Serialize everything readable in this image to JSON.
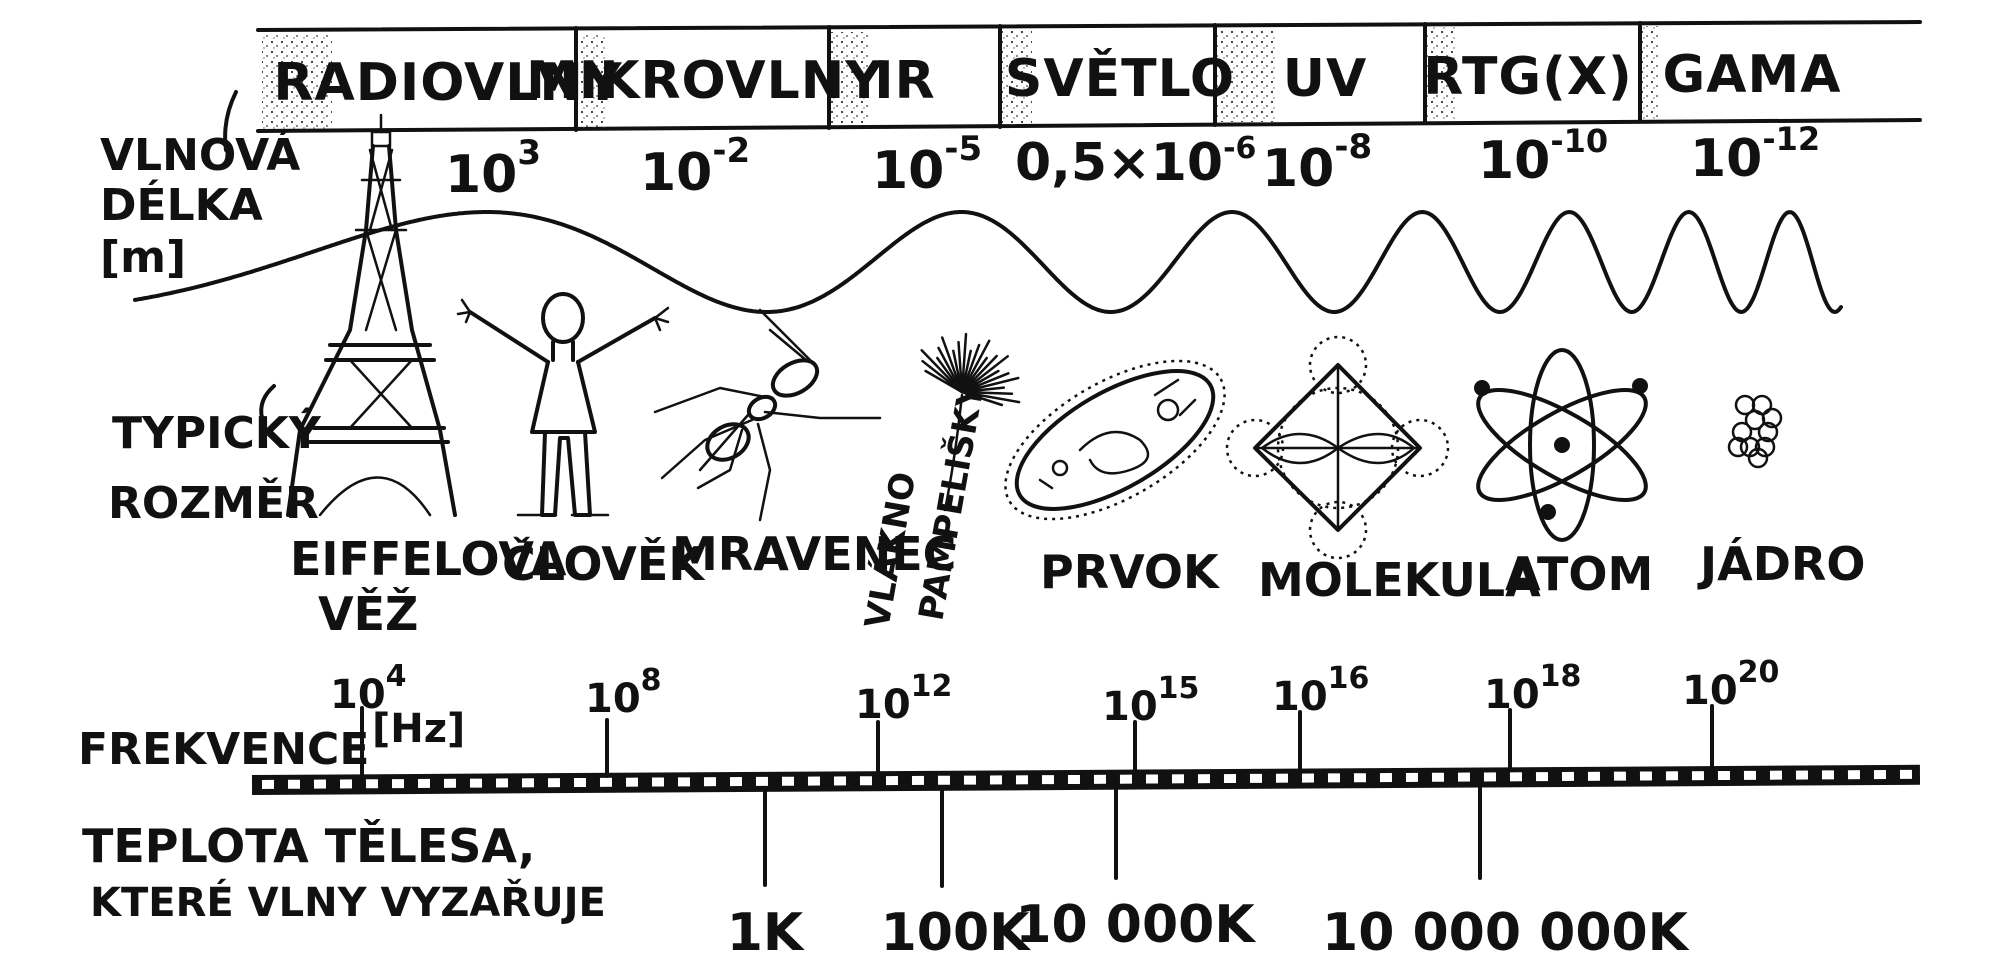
{
  "diagram": {
    "bands": [
      "RADIOVLNY",
      "MIKROVLNY",
      "IR",
      "SVĚTLO",
      "UV",
      "RTG(X)",
      "GAMA"
    ],
    "wavelength_label": [
      "VLNOVÁ",
      "DÉLKA",
      "[m]"
    ],
    "wavelengths": [
      {
        "base": "10",
        "exp": "3"
      },
      {
        "base": "10",
        "exp": "-2"
      },
      {
        "base": "10",
        "exp": "-5"
      },
      {
        "base": "0,5×10",
        "exp": "-6"
      },
      {
        "base": "10",
        "exp": "-8"
      },
      {
        "base": "10",
        "exp": "-10"
      },
      {
        "base": "10",
        "exp": "-12"
      }
    ],
    "size_label": [
      "TYPICKÝ",
      "ROZMĚR"
    ],
    "objects": [
      {
        "name": "eiffel-tower",
        "lines": [
          "EIFFELOVA",
          "VĚŽ"
        ]
      },
      {
        "name": "human",
        "lines": [
          "ČLOVĚK"
        ]
      },
      {
        "name": "ant",
        "lines": [
          "MRAVENEC"
        ]
      },
      {
        "name": "dandelion-fiber",
        "lines": [
          "VLÁKNO",
          "PAMPELIŠKY"
        ]
      },
      {
        "name": "protozoan",
        "lines": [
          "PRVOK"
        ]
      },
      {
        "name": "molecule",
        "lines": [
          "MOLEKULA"
        ]
      },
      {
        "name": "atom",
        "lines": [
          "ATOM"
        ]
      },
      {
        "name": "nucleus",
        "lines": [
          "JÁDRO"
        ]
      }
    ],
    "frequency_label": "FREKVENCE",
    "frequency_unit": "[Hz]",
    "frequencies": [
      {
        "base": "10",
        "exp": "4"
      },
      {
        "base": "10",
        "exp": "8"
      },
      {
        "base": "10",
        "exp": "12"
      },
      {
        "base": "10",
        "exp": "15"
      },
      {
        "base": "10",
        "exp": "16"
      },
      {
        "base": "10",
        "exp": "18"
      },
      {
        "base": "10",
        "exp": "20"
      }
    ],
    "temperature_label": [
      "TEPLOTA TĚLESA,",
      "KTERÉ VLNY VYZAŘUJE"
    ],
    "temperatures": [
      "1K",
      "100K",
      "10 000K",
      "10 000 000K"
    ]
  }
}
